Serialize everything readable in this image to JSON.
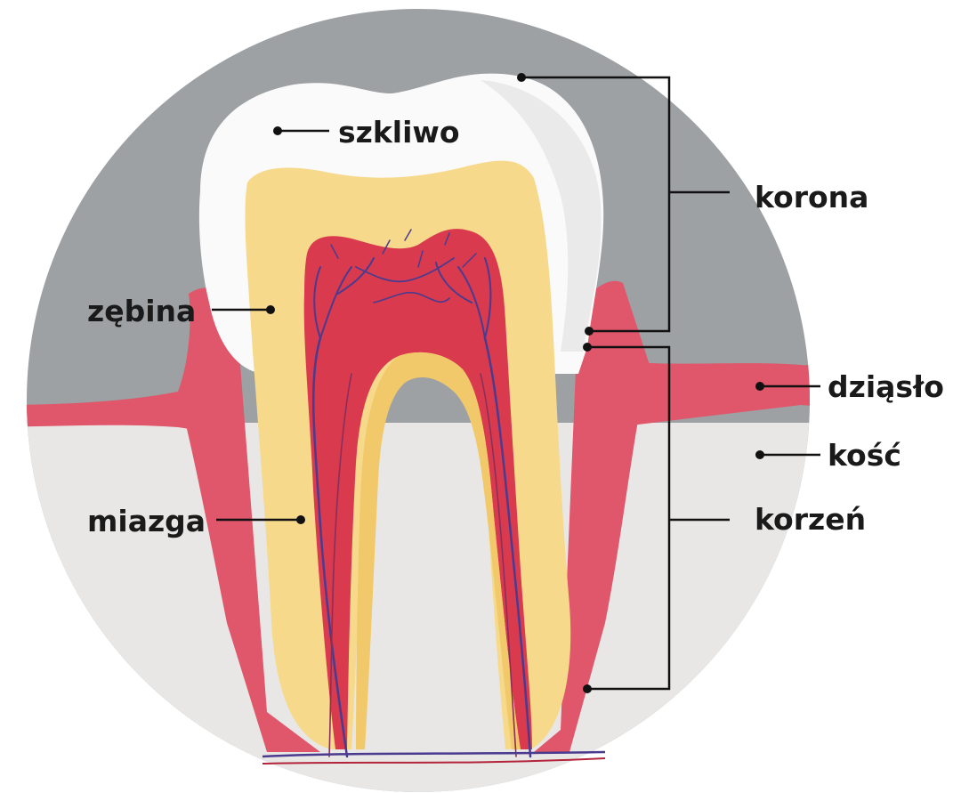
{
  "labels": {
    "enamel": "szkliwo",
    "crown": "korona",
    "dentin": "zębina",
    "gum": "dziąsło",
    "bone": "kość",
    "root": "korzeń",
    "pulp": "miazga"
  },
  "colors": {
    "background_gray": "#9da1a4",
    "bone": "#e8e7e6",
    "gum": "#e0566a",
    "enamel": "#fafafa",
    "dentin": "#f6d98a",
    "pulp": "#d93a4e",
    "vessel_blue": "#4a3b8f",
    "vessel_red": "#b3253a",
    "pointer": "#111111"
  }
}
